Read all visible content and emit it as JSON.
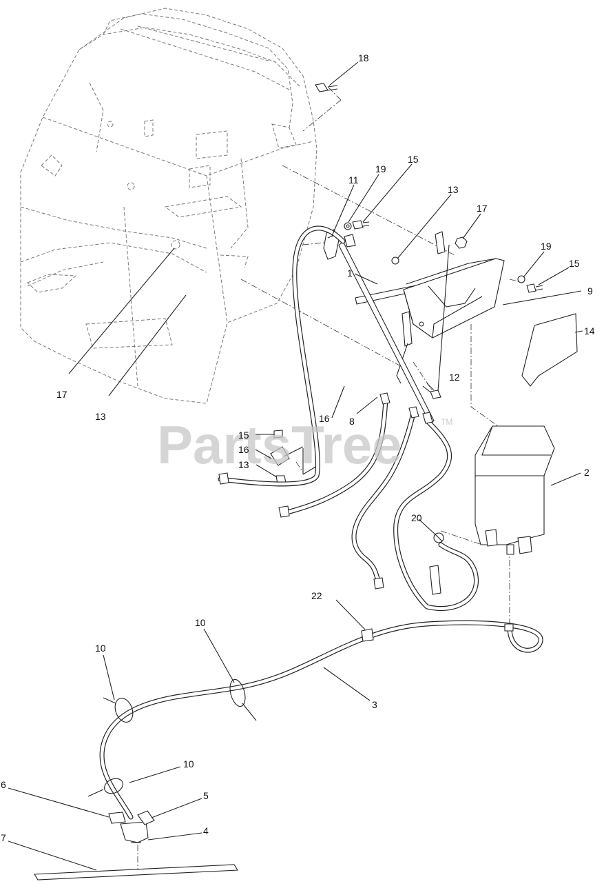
{
  "watermark": {
    "text": "PartsTree",
    "trademark": "TM"
  },
  "callouts": [
    {
      "label": "18"
    },
    {
      "label": "11"
    },
    {
      "label": "19"
    },
    {
      "label": "15"
    },
    {
      "label": "13"
    },
    {
      "label": "17"
    },
    {
      "label": "19"
    },
    {
      "label": "15"
    },
    {
      "label": "1"
    },
    {
      "label": "9"
    },
    {
      "label": "14"
    },
    {
      "label": "17"
    },
    {
      "label": "13"
    },
    {
      "label": "12"
    },
    {
      "label": "16"
    },
    {
      "label": "8"
    },
    {
      "label": "15"
    },
    {
      "label": "16"
    },
    {
      "label": "13"
    },
    {
      "label": "2"
    },
    {
      "label": "20"
    },
    {
      "label": "22"
    },
    {
      "label": "10"
    },
    {
      "label": "10"
    },
    {
      "label": "3"
    },
    {
      "label": "10"
    },
    {
      "label": "6"
    },
    {
      "label": "5"
    },
    {
      "label": "4"
    },
    {
      "label": "7"
    }
  ]
}
